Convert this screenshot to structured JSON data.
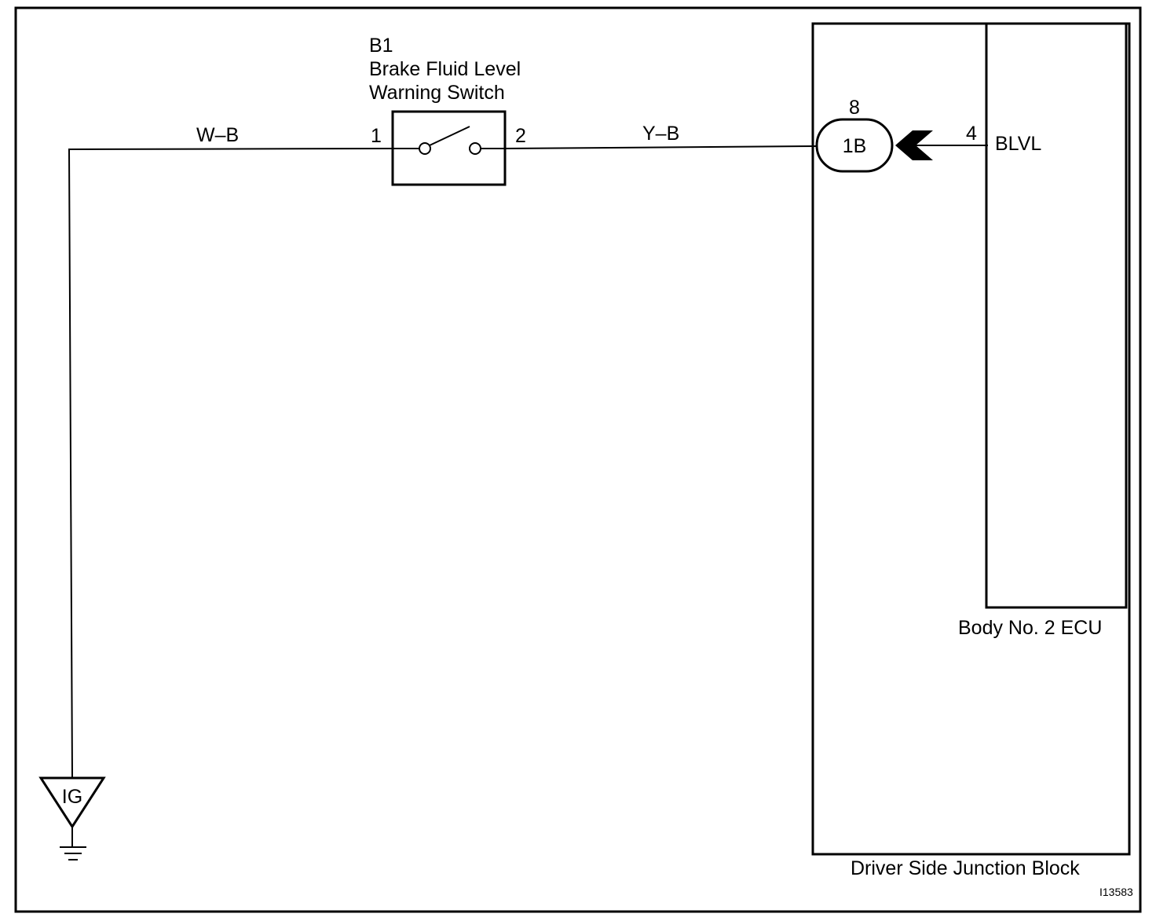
{
  "switch": {
    "code": "B1",
    "name_line1": "Brake Fluid Level",
    "name_line2": "Warning Switch",
    "pin_left": "1",
    "pin_right": "2"
  },
  "wires": {
    "left_color": "W–B",
    "right_color": "Y–B"
  },
  "connector": {
    "pin": "8",
    "code": "1B"
  },
  "ecu": {
    "pin": "4",
    "terminal": "BLVL",
    "name": "Body No. 2 ECU"
  },
  "junction_block": {
    "name": "Driver Side Junction Block"
  },
  "ground": {
    "label": "IG"
  },
  "figure_id": "I13583"
}
